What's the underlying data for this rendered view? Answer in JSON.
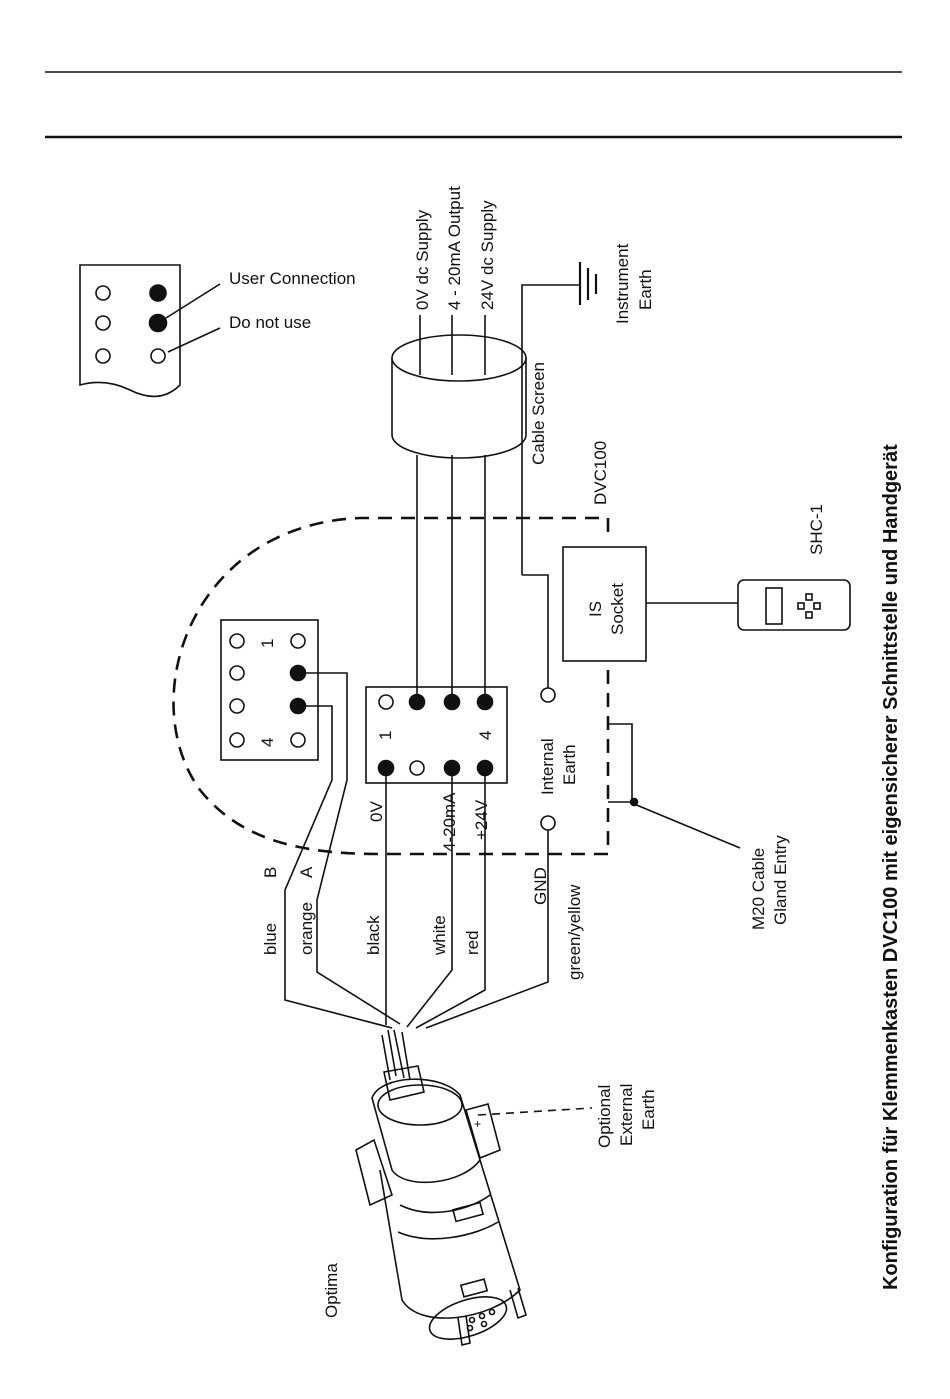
{
  "title": "Konfiguration für Klemmenkasten DVC100 mit eigensicherer Schnittstelle und Handgerät",
  "legend": {
    "user_connection": "User Connection",
    "do_not_use": "Do not use"
  },
  "supply": {
    "v0": "0V dc Supply",
    "ma": "4 - 20mA Output",
    "v24": "24V dc Supply"
  },
  "instrument_earth": [
    "Instrument",
    "Earth"
  ],
  "cable_screen": "Cable Screen",
  "dvc100": "DVC100",
  "is_socket": [
    "IS",
    "Socket"
  ],
  "shc1": "SHC-1",
  "m20": [
    "M20 Cable",
    "Gland Entry"
  ],
  "internal_earth": [
    "Internal",
    "Earth"
  ],
  "gnd": "GND",
  "terminals": {
    "t1": "1",
    "t4": "4",
    "v0": "0V",
    "ma": "4-20mA",
    "v24": "+24V"
  },
  "connector": {
    "p1": "1",
    "p4": "4",
    "b": "B",
    "a": "A"
  },
  "wires": {
    "blue": "blue",
    "orange": "orange",
    "black": "black",
    "white": "white",
    "red": "red",
    "green_yellow": "green/yellow"
  },
  "optional_earth": [
    "Optional",
    "External",
    "Earth"
  ],
  "optima": "Optima"
}
